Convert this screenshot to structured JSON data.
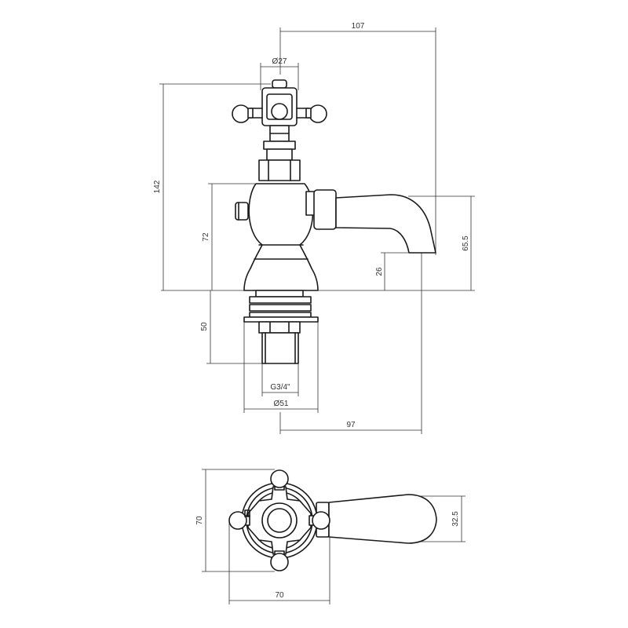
{
  "drawing": {
    "side_view": {
      "dims": {
        "spout_reach": "107",
        "head_diameter": "Ø27",
        "overall_height": "142",
        "body_height": "72",
        "spout_outlet_height": "65.5",
        "spout_clearance": "26",
        "thread_length": "50",
        "thread": "G3/4\"",
        "base_diameter": "Ø51",
        "outlet_reach": "97"
      }
    },
    "top_view": {
      "dims": {
        "depth": "70",
        "width": "70",
        "spout_width": "32.5"
      }
    }
  }
}
